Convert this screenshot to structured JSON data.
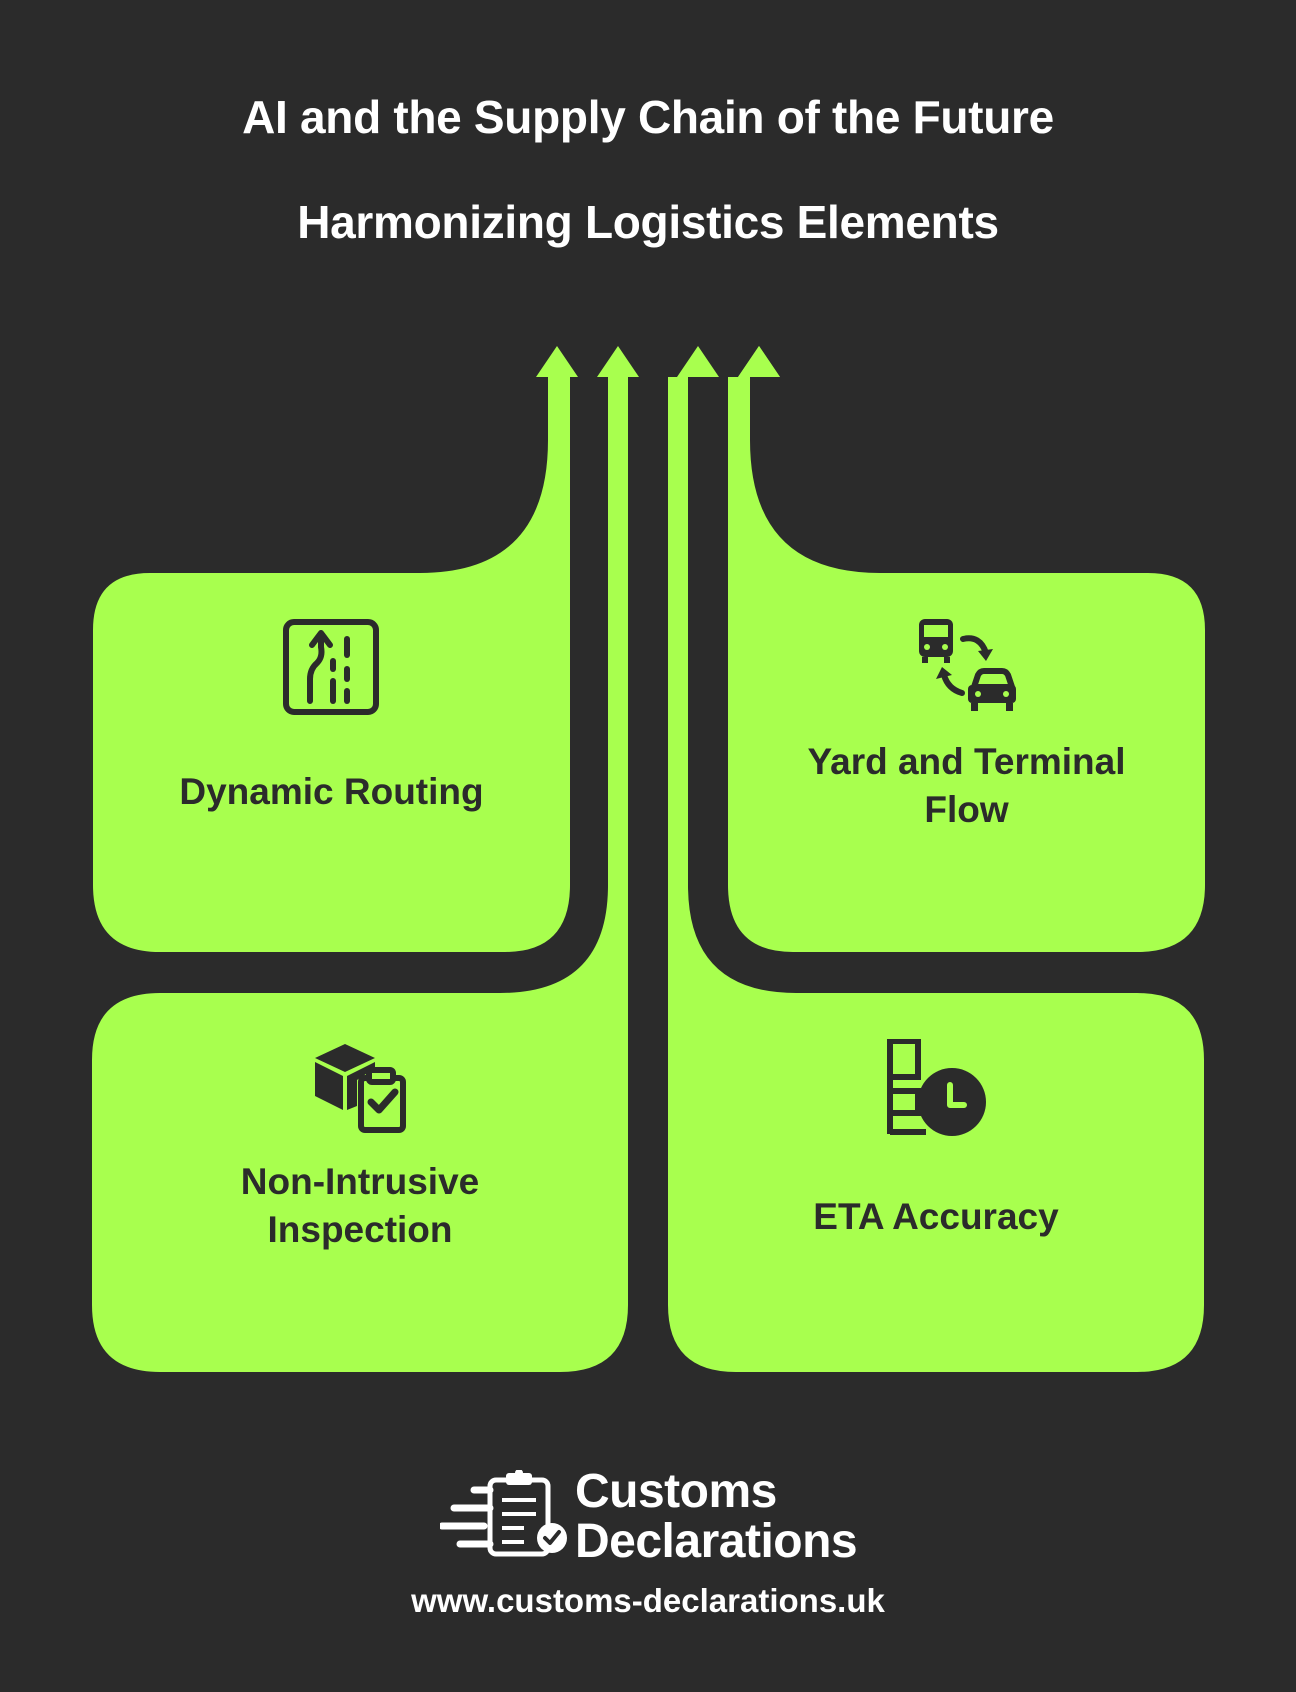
{
  "header": {
    "title": "AI and the Supply Chain of the Future",
    "subtitle": "Harmonizing Logistics Elements"
  },
  "cards": [
    {
      "label": "Dynamic Routing",
      "icon": "road-lanes-icon"
    },
    {
      "label": "Yard and Terminal\nFlow",
      "icon": "bus-car-transfer-icon"
    },
    {
      "label": "Non-Intrusive\nInspection",
      "icon": "package-check-icon"
    },
    {
      "label": "ETA Accuracy",
      "icon": "schedule-clock-icon"
    }
  ],
  "footer": {
    "brand_line1": "Customs",
    "brand_line2": "Declarations",
    "url": "www.customs-declarations.uk",
    "logo_icon": "clipboard-check-icon"
  },
  "colors": {
    "background": "#2b2b2b",
    "accent": "#a8ff4e",
    "text_dark": "#2b2b2b",
    "text_light": "#ffffff"
  }
}
